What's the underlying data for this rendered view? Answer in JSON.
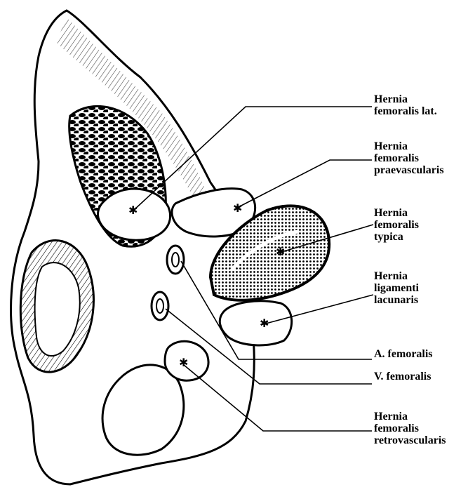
{
  "figure": {
    "labels": {
      "hernia_femoralis_lat": [
        "Hernia",
        "femoralis lat."
      ],
      "hernia_femoralis_praevascularis": [
        "Hernia",
        "femoralis",
        "praevascularis"
      ],
      "hernia_femoralis_typica": [
        "Hernia",
        "femoralis",
        "typica"
      ],
      "hernia_ligamenti_lacunaris": [
        "Hernia",
        "ligamenti",
        "lacunaris"
      ],
      "a_femoralis": [
        "A. femoralis"
      ],
      "v_femoralis": [
        "V. femoralis"
      ],
      "hernia_femoralis_retrovascularis": [
        "Hernia",
        "femoralis",
        "retrovascularis"
      ]
    }
  }
}
